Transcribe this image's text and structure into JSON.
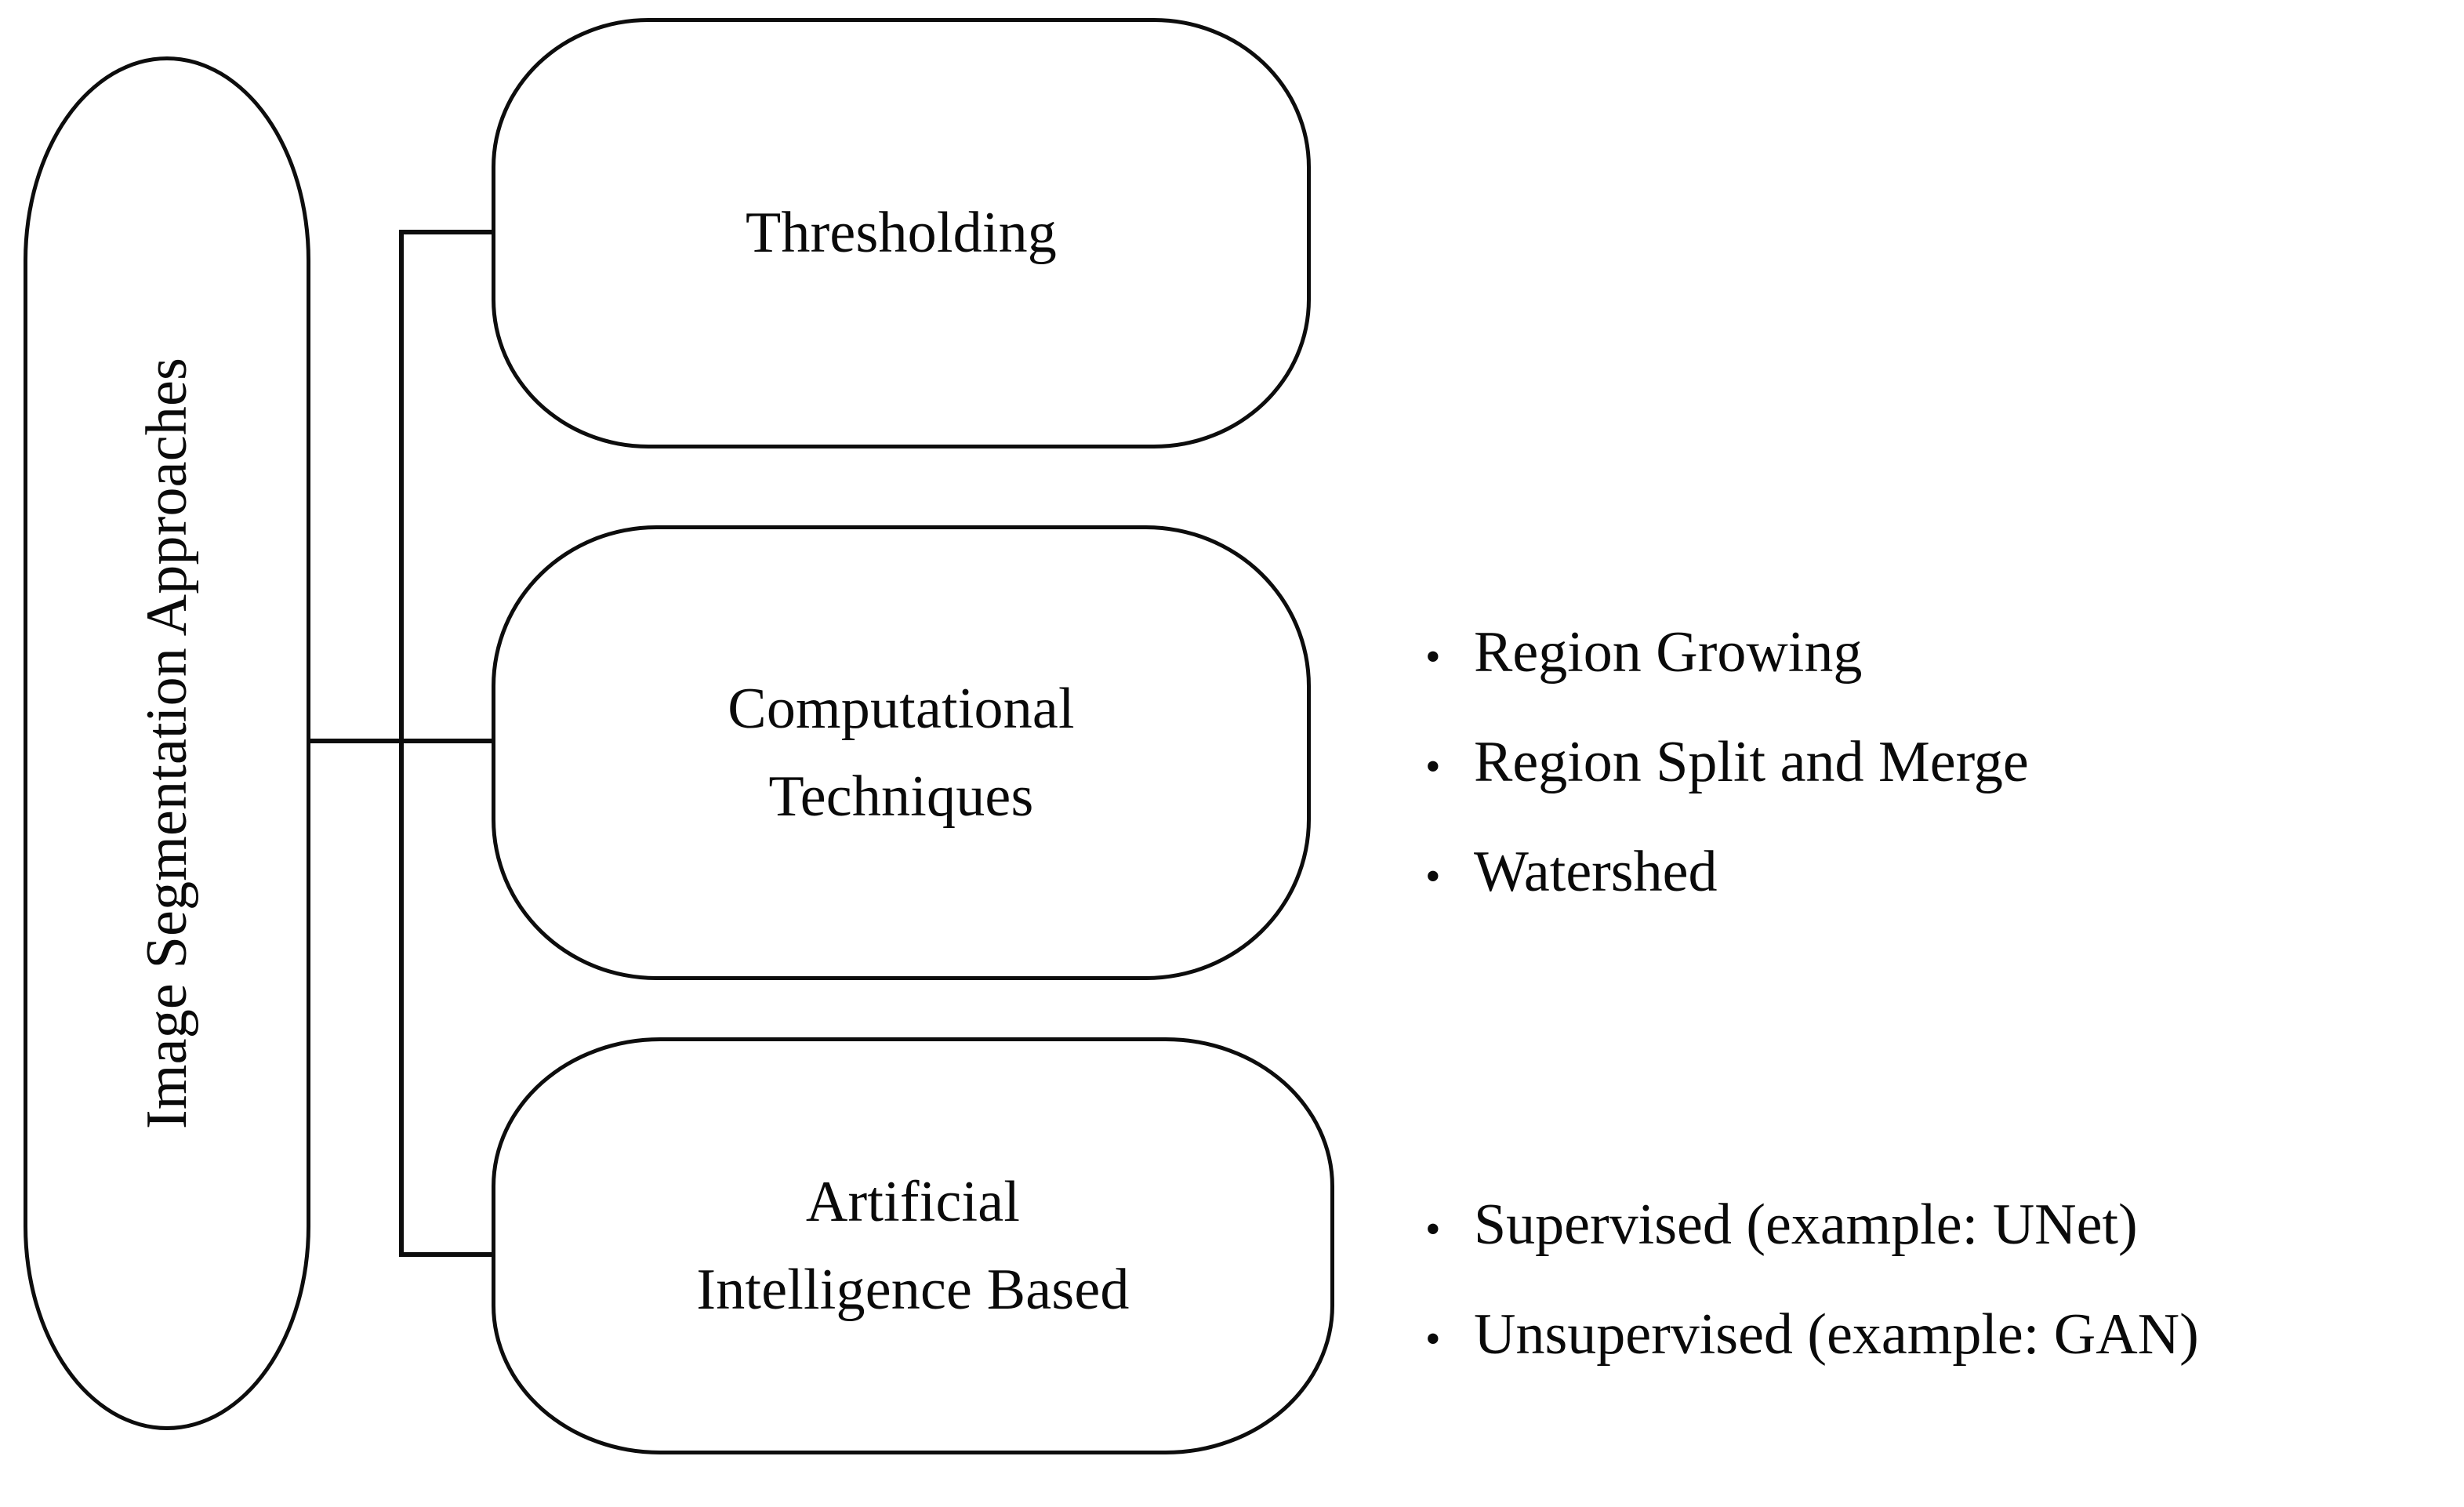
{
  "diagram": {
    "title": "Image Segmentation Approaches",
    "root": {
      "label": "Image Segmentation Approaches"
    },
    "branches": [
      {
        "id": "thresholding",
        "label": "Thresholding",
        "items": []
      },
      {
        "id": "computational",
        "label": "Computational\nTechniques",
        "items": [
          {
            "bullet": "•",
            "text": "Region Growing"
          },
          {
            "bullet": "•",
            "text": "Region Split and Merge"
          },
          {
            "bullet": "•",
            "text": "Watershed"
          }
        ]
      },
      {
        "id": "ai",
        "label": "Artificial\nIntelligence Based",
        "items": [
          {
            "bullet": "•",
            "text": "Supervised (example: UNet)"
          },
          {
            "bullet": "•",
            "text": "Unsupervised (example: GAN)"
          }
        ]
      }
    ],
    "colors": {
      "background": "#ffffff",
      "stroke": "#0d0d0d",
      "text": "#0a0a0a"
    }
  }
}
